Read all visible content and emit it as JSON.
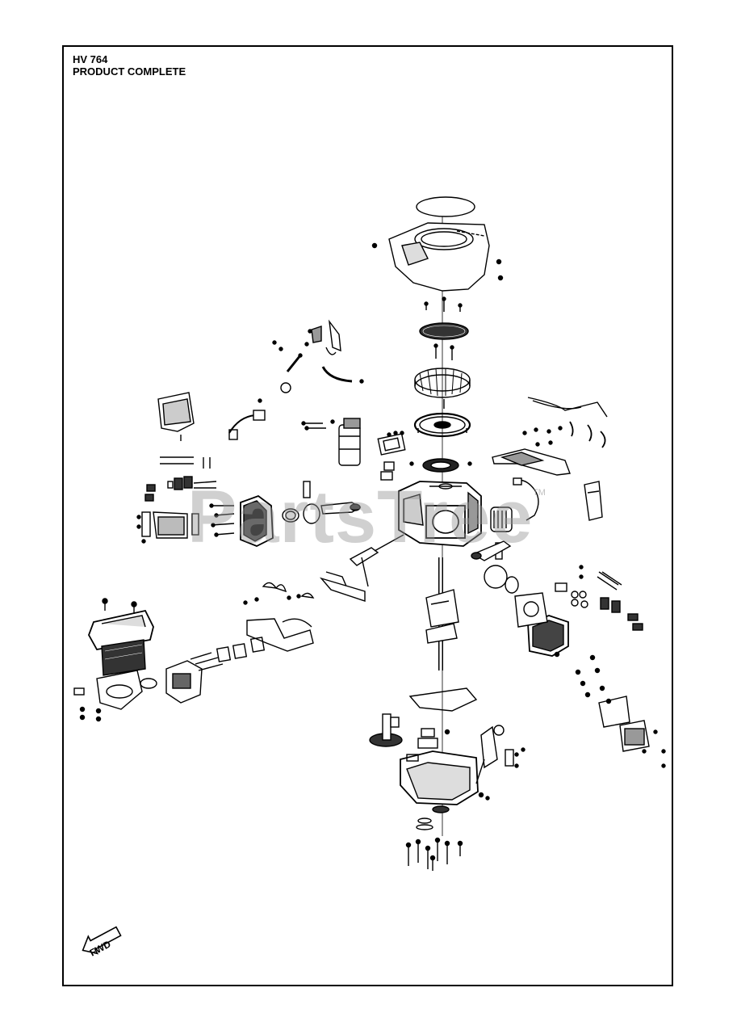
{
  "header": {
    "model": "HV 764",
    "title": "PRODUCT COMPLETE"
  },
  "watermark": {
    "text": "PartsTree",
    "mark": "TM"
  },
  "orientation": {
    "label": "FWD",
    "icon": "forward-arrow-icon"
  },
  "colors": {
    "line": "#000000",
    "watermark": "#969696",
    "background": "#ffffff"
  }
}
